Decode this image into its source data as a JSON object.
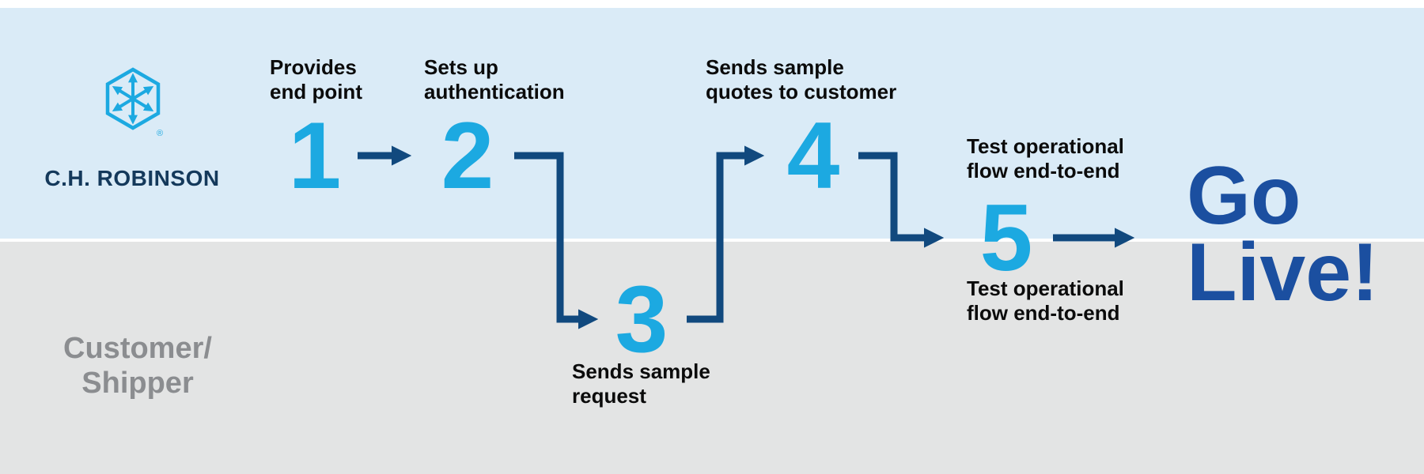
{
  "diagram": {
    "type": "swimlane-flow",
    "lanes": {
      "top": {
        "brand": "C.H. ROBINSON"
      },
      "bottom": {
        "label": "Customer/\nShipper"
      }
    },
    "steps": [
      {
        "number": "1",
        "label": "Provides\nend point",
        "lane": "top"
      },
      {
        "number": "2",
        "label": "Sets up\nauthentication",
        "lane": "top"
      },
      {
        "number": "3",
        "label": "Sends sample\nrequest",
        "lane": "bottom"
      },
      {
        "number": "4",
        "label": "Sends sample\nquotes to customer",
        "lane": "top"
      },
      {
        "number": "5",
        "label_above": "Test operational\nflow end-to-end",
        "label_below": "Test operational\nflow end-to-end",
        "lane": "boundary"
      }
    ],
    "arrows": [
      "1 to 2",
      "2 to 3",
      "3 to 4",
      "4 to 5",
      "5 to go-live"
    ],
    "go_live": "Go\nLive!",
    "logo": {
      "registered_mark": "®"
    },
    "colors": {
      "lane_top_bg": "#daebf7",
      "lane_bottom_bg": "#e3e4e4",
      "step_number": "#1ca9e1",
      "arrow": "#11497e",
      "go_live_text": "#1b4fa0",
      "brand_wordmark": "#14395b",
      "customer_label": "#8b8d90",
      "step_label": "#0b0b0b"
    }
  }
}
